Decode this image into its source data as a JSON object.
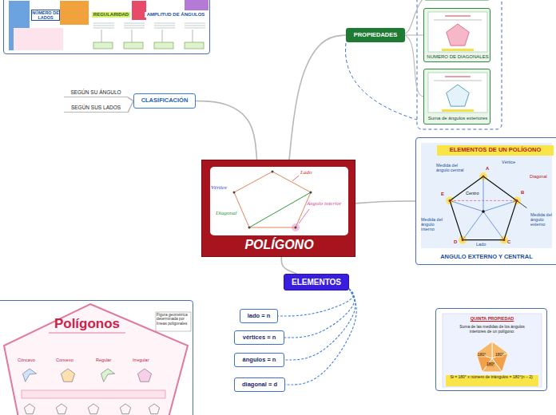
{
  "diagram": {
    "nodes": [
      {
        "text": [
          "POLÍGONO"
        ]
      },
      {
        "text": [
          "NÚMERO DE LADOS",
          "REGULARIDAD",
          "AMPLITUD DE ÁNGULOS"
        ]
      },
      {
        "text": [
          "CLASIFICACIÓN"
        ]
      },
      {
        "text": [
          "SEGÚN SU ÁNGULO"
        ]
      },
      {
        "text": [
          "SEGÚN SUS LADOS"
        ]
      },
      {
        "text": [
          "PROPIEDADES"
        ]
      },
      {
        "text": [
          "NUMERO DE DIAGONALES"
        ]
      },
      {
        "text": [
          "Suma de ángulos exteriores"
        ]
      },
      {
        "text": [
          "ELEMENTOS DE UN POLÍGONO",
          "ANGULO EXTERNO Y CENTRAL"
        ]
      },
      {
        "text": [
          "ELEMENTOS"
        ]
      },
      {
        "text": [
          "lado = n"
        ]
      },
      {
        "text": [
          "vértices = n"
        ]
      },
      {
        "text": [
          "ángulos = n"
        ]
      },
      {
        "text": [
          "diagonal = d"
        ]
      },
      {
        "text": [
          "Polígonos"
        ]
      },
      {
        "text": [
          "QUINTA PROPIEDAD"
        ]
      }
    ],
    "edges": [
      {
        "from": 0,
        "to": 2,
        "arrow": "none"
      },
      {
        "from": 2,
        "to": 3,
        "arrow": "none"
      },
      {
        "from": 2,
        "to": 4,
        "arrow": "none"
      },
      {
        "from": 0,
        "to": 5,
        "arrow": "none"
      },
      {
        "from": 5,
        "to": 6,
        "arrow": "none"
      },
      {
        "from": 5,
        "to": 7,
        "arrow": "none"
      },
      {
        "from": 0,
        "to": 8,
        "arrow": "none"
      },
      {
        "from": 0,
        "to": 9,
        "arrow": "none"
      },
      {
        "from": 9,
        "to": 10,
        "arrow": "none"
      },
      {
        "from": 9,
        "to": 11,
        "arrow": "none"
      },
      {
        "from": 9,
        "to": 12,
        "arrow": "none"
      },
      {
        "from": 9,
        "to": 13,
        "arrow": "none"
      }
    ],
    "labels": [
      "Vértice",
      "Lado",
      "Diagonal",
      "Ángulo interior",
      "Vértice",
      "Diagonal",
      "Medida del ángulo central",
      "Medida del ángulo interno",
      "Medida del ángulo externo",
      "Centro",
      "Lado",
      "A",
      "B",
      "C",
      "D",
      "E",
      "Figura geométrica determinada por líneas poligonales",
      "Cóncavo",
      "Convexo",
      "Regular",
      "Irregular",
      "Suma de las medidas de los ángulos interiores de un polígono:",
      "180°",
      "180°",
      "180°",
      "Si = 180° x número de triángulos = 180°(n – 2)"
    ]
  }
}
